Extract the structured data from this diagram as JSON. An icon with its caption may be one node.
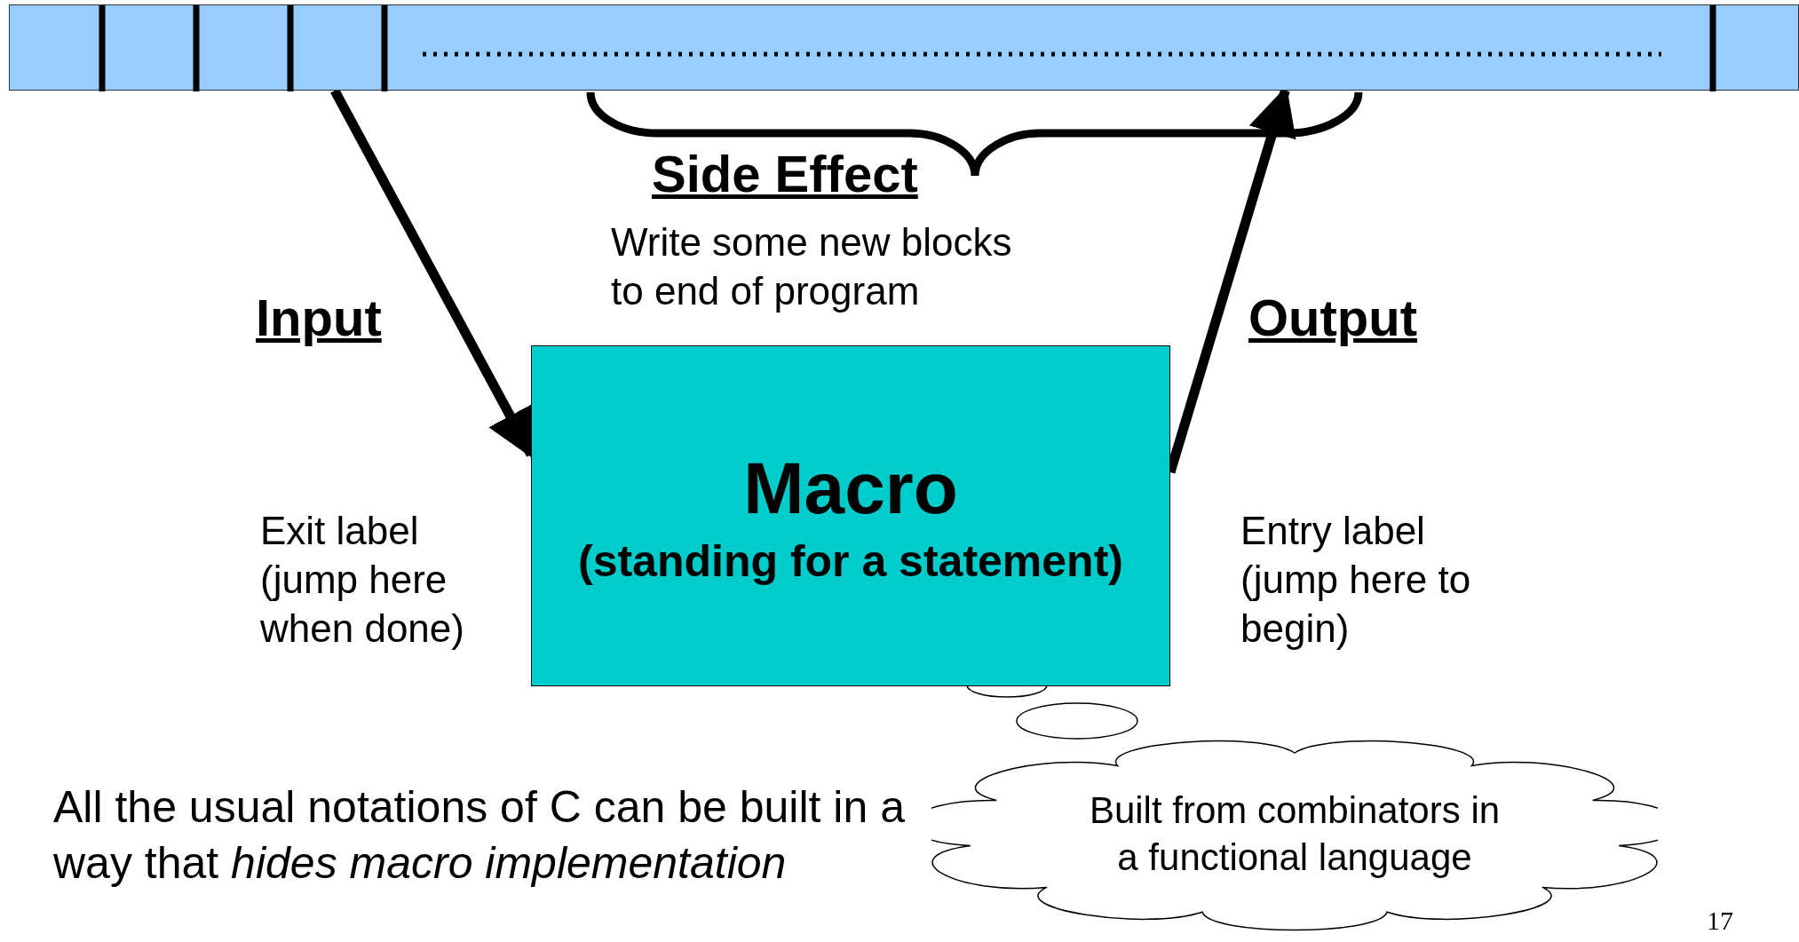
{
  "diagram": {
    "nodes": [
      {
        "text": [],
        "shape": "bar"
      },
      {
        "text": [
          "Macro",
          "(standing for a statement)"
        ]
      },
      {
        "text": [
          "Built from combinators in a functional language"
        ]
      }
    ],
    "edges": [
      {
        "from": 0,
        "to": 1,
        "arrow": "to"
      },
      {
        "from": 1,
        "to": 0,
        "arrow": "to"
      }
    ],
    "labels": [
      "Side Effect",
      "Write some new blocks to end of program",
      "Input",
      "Output",
      "Exit label (jump here when done)",
      "Entry label (jump here to begin)",
      "All the usual notations of C can be built in a way that *hides macro implementation*",
      "17"
    ]
  }
}
